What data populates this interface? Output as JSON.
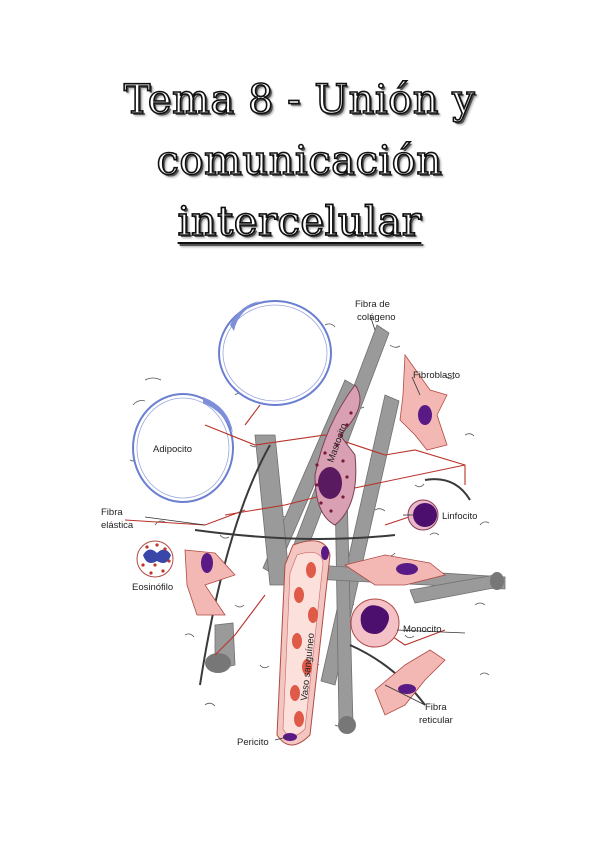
{
  "title": {
    "line1": "Tema 8 - Unión y",
    "line2": "comunicación",
    "line3": "intercelular"
  },
  "diagram": {
    "labels": {
      "fibra_colageno_1": "Fibra de",
      "fibra_colageno_2": "colágeno",
      "fibroblasto": "Fibroblasto",
      "adipocito": "Adipocito",
      "mastocito": "Mastocito",
      "fibra_elastica_1": "Fibra",
      "fibra_elastica_2": "elástica",
      "linfocito": "Linfocito",
      "eosinofilo": "Eosinófilo",
      "monocito": "Monocito",
      "vaso": "Vaso sanguíneo",
      "fibra_reticular_1": "Fibra",
      "fibra_reticular_2": "reticular",
      "pericito": "Pericito"
    },
    "colors": {
      "collagen": "#8e8e8e",
      "elastic": "#3a3a3a",
      "reticular": "#b8332a",
      "cell_pink": "#f4b8b4",
      "nucleus": "#5a1a86",
      "adipocyte_blue": "#6b7fd0"
    }
  }
}
